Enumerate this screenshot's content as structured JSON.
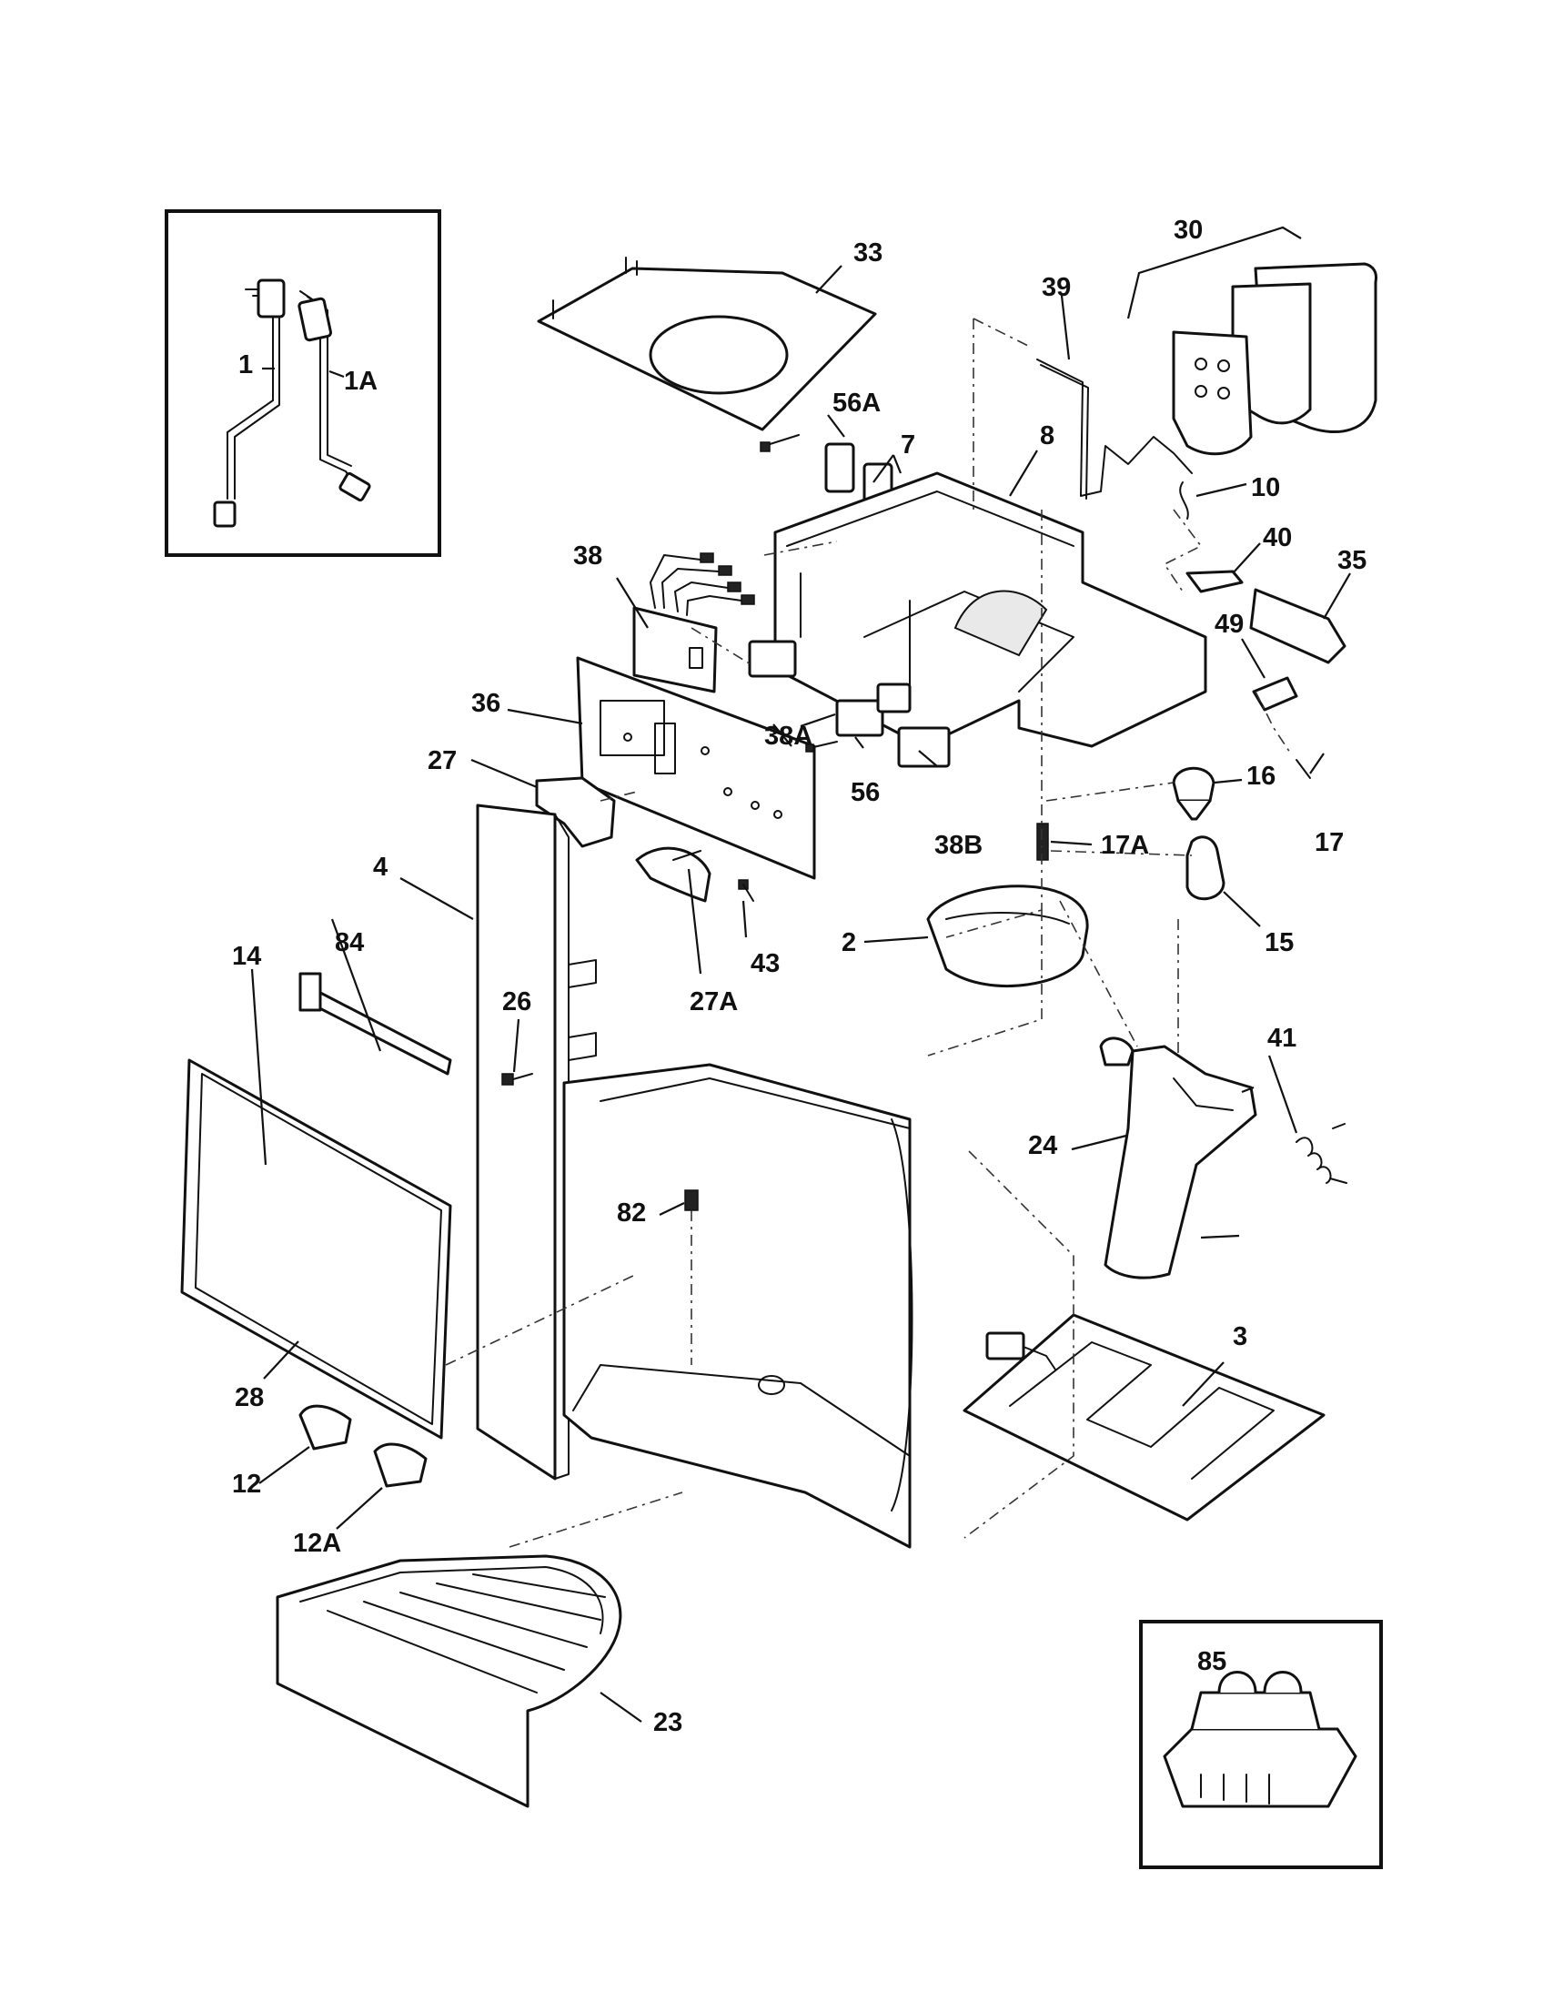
{
  "callouts": {
    "c1": "1",
    "c1A": "1A",
    "c2": "2",
    "c3": "3",
    "c4": "4",
    "c7": "7",
    "c8": "8",
    "c10": "10",
    "c12": "12",
    "c12A": "12A",
    "c14": "14",
    "c15": "15",
    "c16": "16",
    "c17": "17",
    "c17A": "17A",
    "c23": "23",
    "c24": "24",
    "c26": "26",
    "c27": "27",
    "c27A": "27A",
    "c28": "28",
    "c30": "30",
    "c33": "33",
    "c35": "35",
    "c36": "36",
    "c38": "38",
    "c38A": "38A",
    "c38B": "38B",
    "c39": "39",
    "c40": "40",
    "c41": "41",
    "c43": "43",
    "c49": "49",
    "c56": "56",
    "c56A": "56A",
    "c82": "82",
    "c84": "84",
    "c85": "85"
  }
}
